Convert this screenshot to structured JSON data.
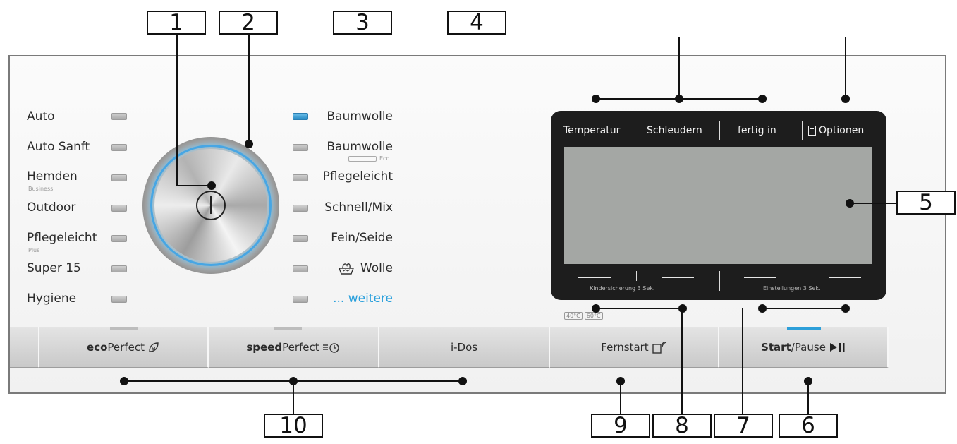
{
  "callouts": [
    "1",
    "2",
    "3",
    "4",
    "5",
    "6",
    "7",
    "8",
    "9",
    "10"
  ],
  "programs_left": [
    {
      "label": "Auto",
      "sub": ""
    },
    {
      "label": "Auto Sanft",
      "sub": ""
    },
    {
      "label": "Hemden",
      "sub": "Business"
    },
    {
      "label": "Outdoor",
      "sub": ""
    },
    {
      "label": "Pflegeleicht",
      "sub": "Plus"
    },
    {
      "label": "Super 15",
      "sub": ""
    },
    {
      "label": "Hygiene",
      "sub": ""
    }
  ],
  "programs_right": [
    {
      "label": "Baumwolle",
      "sub": "",
      "active": true
    },
    {
      "label": "Baumwolle",
      "sub": "Eco",
      "active": false
    },
    {
      "label": "Pflegeleicht",
      "sub": "",
      "active": false
    },
    {
      "label": "Schnell/Mix",
      "sub": "",
      "active": false
    },
    {
      "label": "Fein/Seide",
      "sub": "",
      "active": false
    },
    {
      "label": "Wolle",
      "sub": "",
      "active": false
    },
    {
      "label": "... weitere",
      "sub": "",
      "active": false
    }
  ],
  "display": {
    "headers": [
      "Temperatur",
      "Schleudern",
      "fertig in",
      "Optionen"
    ],
    "footer_left": "Kindersicherung 3 Sek.",
    "footer_right": "Einstellungen 3 Sek.",
    "temp_icons": [
      "40°C",
      "60°C"
    ]
  },
  "buttons": {
    "eco_bold": "eco",
    "eco_rest": "Perfect",
    "speed_bold": "speed",
    "speed_rest": "Perfect",
    "idos": "i-Dos",
    "fernstart": "Fernstart",
    "start_bold": "Start",
    "start_rest": "/Pause"
  },
  "icons": {
    "eco": "eco-leaf-icon",
    "speed": "speed-clock-icon",
    "fernstart": "remote-start-icon",
    "start": "play-pause-icon",
    "options": "options-list-icon",
    "wool": "wool-hand-wash-icon",
    "power": "power-icon"
  },
  "colors": {
    "accent_blue": "#2588c3",
    "link_blue": "#2aa0dc",
    "display_bg": "#1d1d1d",
    "lcd": "#a4a7a4"
  }
}
